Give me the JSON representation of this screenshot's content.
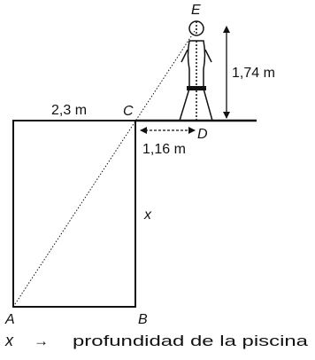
{
  "points": {
    "a": "A",
    "b": "B",
    "c": "C",
    "d": "D",
    "e": "E"
  },
  "measurements": {
    "pool_width": "2,3 m",
    "distance_cd": "1,16 m",
    "person_height": "1,74 m",
    "depth_variable": "x"
  },
  "legend": {
    "variable": "x",
    "arrow": "→",
    "description": "profundidad de la piscina"
  },
  "colors": {
    "stroke": "#111111",
    "background": "#ffffff"
  }
}
